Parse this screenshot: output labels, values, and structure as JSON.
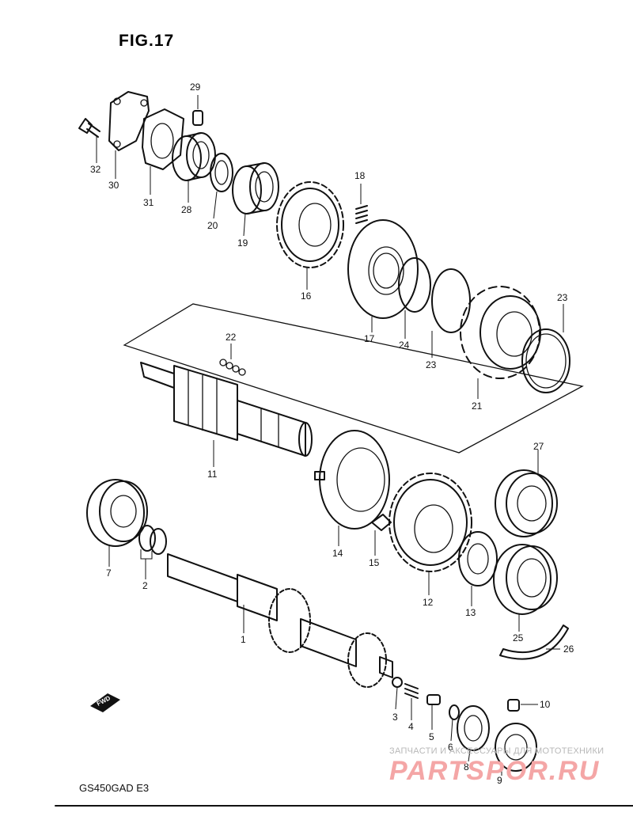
{
  "figure_title": "FIG.17",
  "model_code": "GS450GAD  E3",
  "watermark": {
    "tagline": "ЗАПЧАСТИ И АКСЕССУАРЫ ДЛЯ МОТОТЕХНИКИ",
    "site": "PARTSPOR.RU"
  },
  "direction_marker": "FWD",
  "callouts": {
    "n1": "1",
    "n2": "2",
    "n3": "3",
    "n4": "4",
    "n5": "5",
    "n6": "6",
    "n7": "7",
    "n8": "8",
    "n9": "9",
    "n10": "10",
    "n11": "11",
    "n12": "12",
    "n13": "13",
    "n14": "14",
    "n15": "15",
    "n16": "16",
    "n17": "17",
    "n18": "18",
    "n19": "19",
    "n20": "20",
    "n21": "21",
    "n22": "22",
    "n23a": "23",
    "n23b": "23",
    "n24": "24",
    "n25": "25",
    "n26": "26",
    "n27": "27",
    "n28": "28",
    "n29": "29",
    "n30": "30",
    "n31": "31",
    "n32": "32"
  },
  "colors": {
    "line": "#111111",
    "watermark_text": "#b8b8b8",
    "watermark_logo": "#f4a6a6"
  }
}
